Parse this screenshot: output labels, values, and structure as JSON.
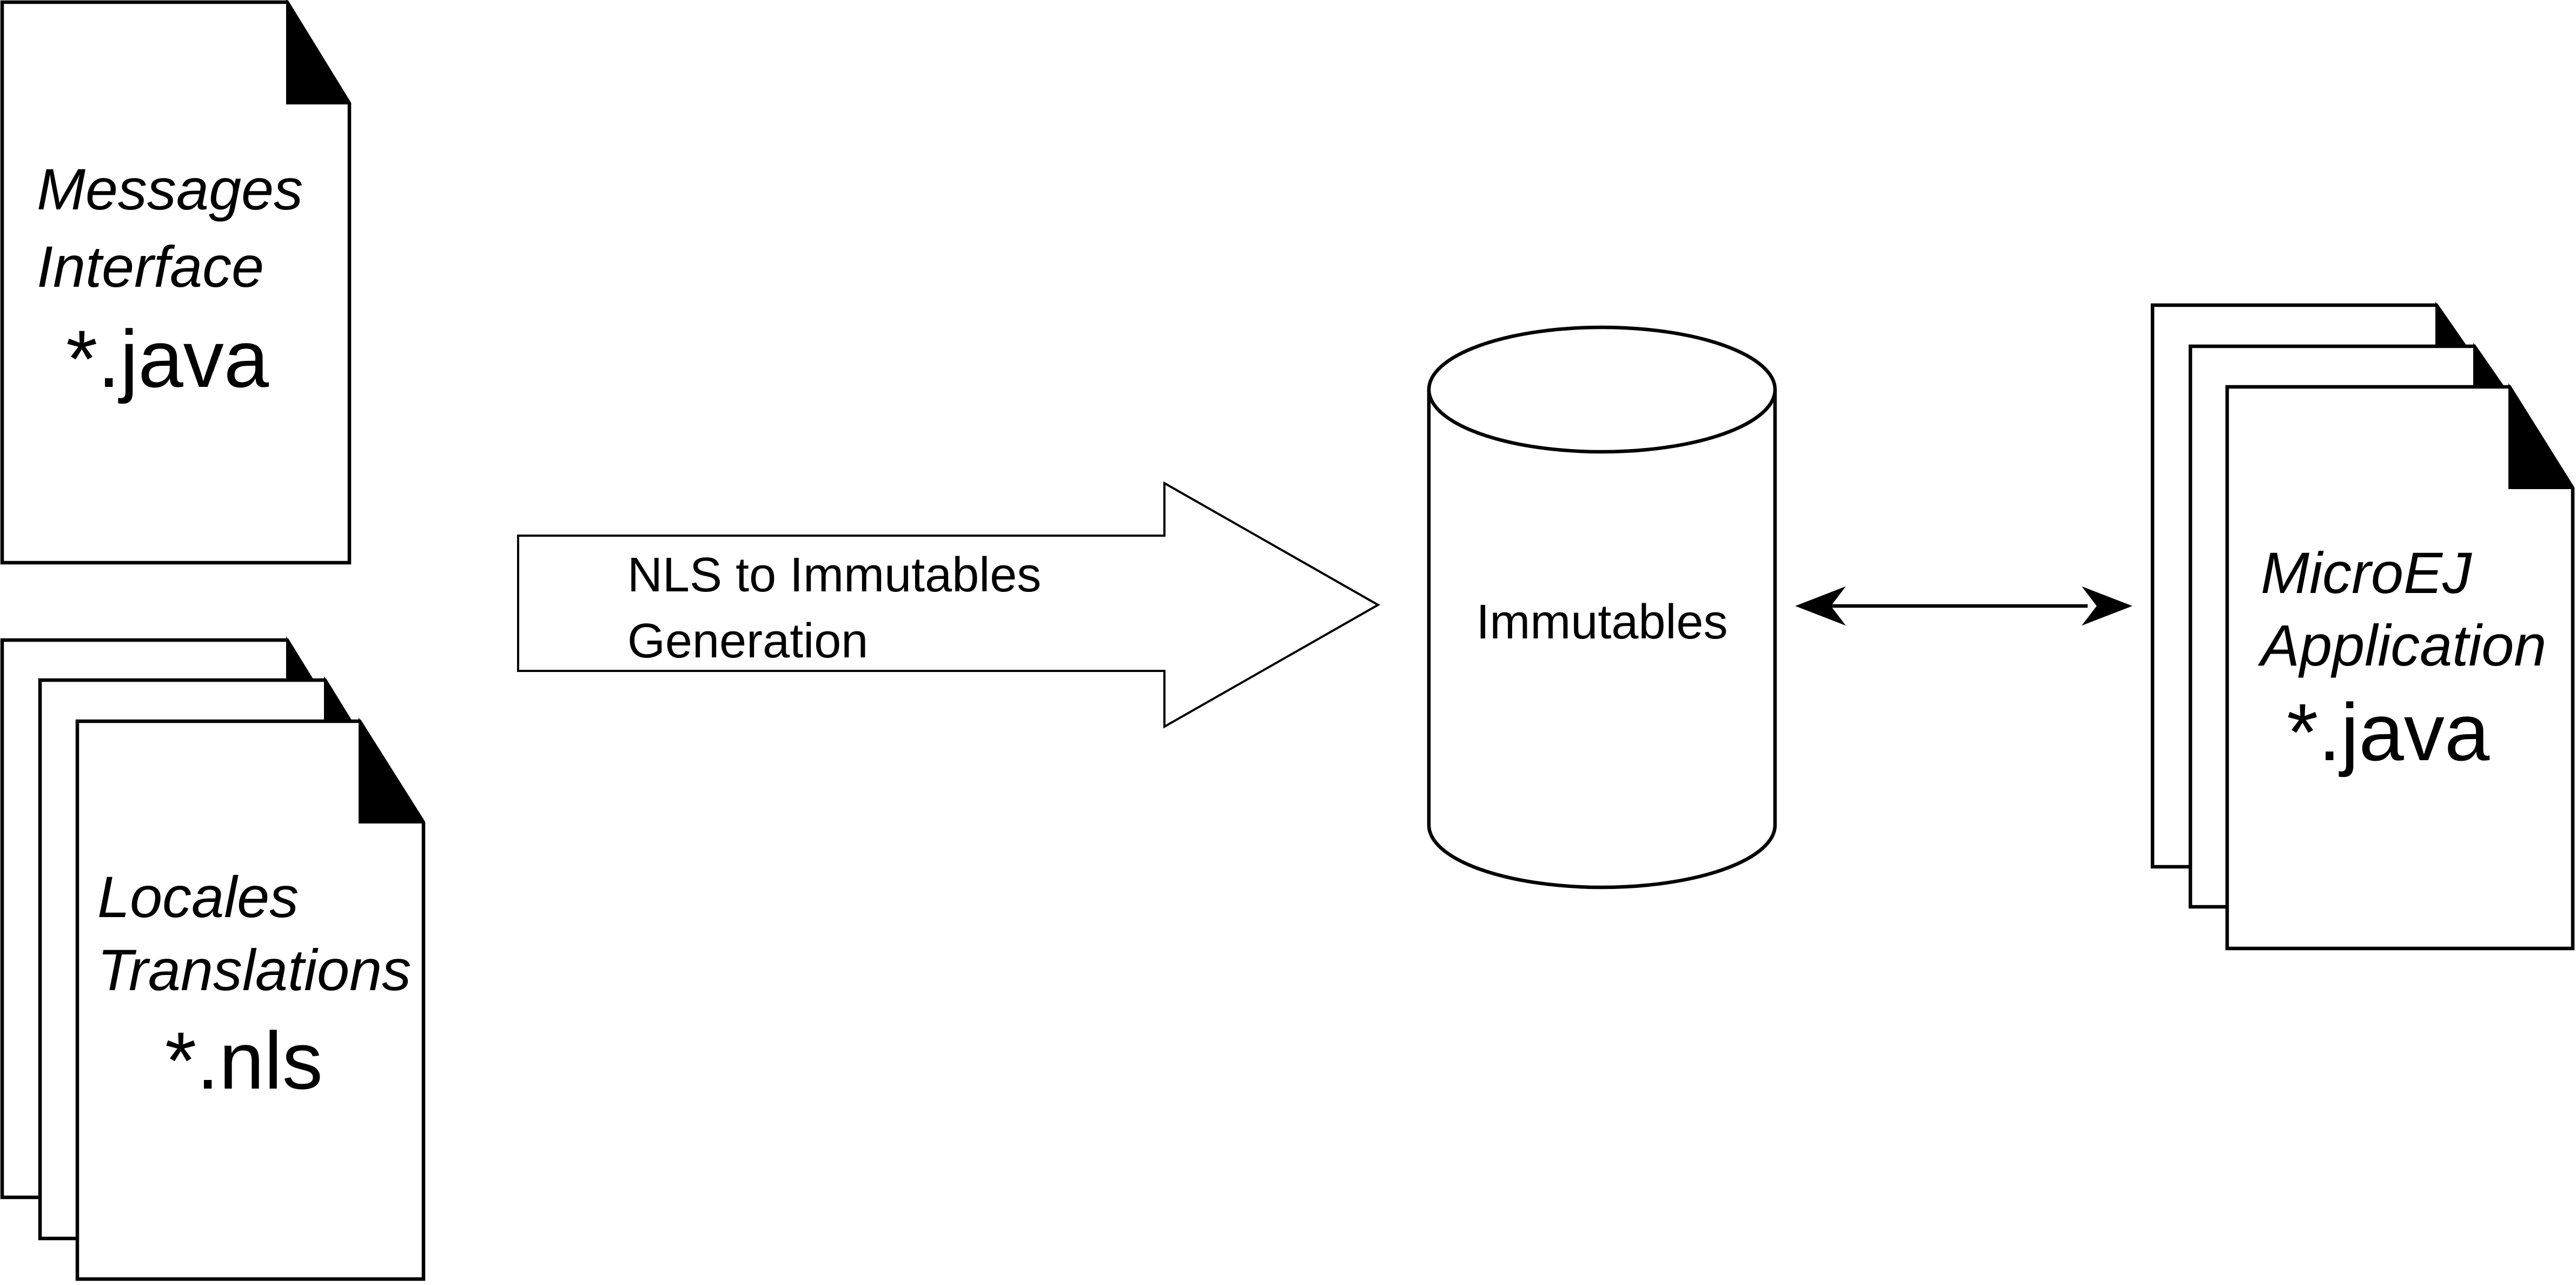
{
  "messages_doc": {
    "title_line1": "Messages",
    "title_line2": "Interface",
    "extension": "*.java"
  },
  "locales_doc": {
    "title_line1": "Locales",
    "title_line2": "Translations",
    "extension": "*.nls"
  },
  "generation_arrow": {
    "label_line1": "NLS to Immutables",
    "label_line2": "Generation"
  },
  "immutables_store": {
    "label": "Immutables"
  },
  "application_doc": {
    "title_line1": "MicroEJ",
    "title_line2": "Application",
    "extension": "*.java"
  }
}
